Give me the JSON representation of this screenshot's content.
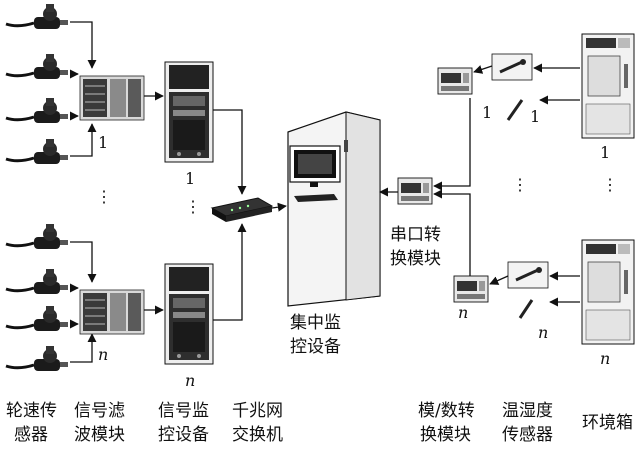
{
  "labels": {
    "wheel_sensor": [
      "轮速传",
      "感器"
    ],
    "filter_module": [
      "信号滤",
      "波模块"
    ],
    "monitor_device": [
      "信号监",
      "控设备"
    ],
    "gigabit_switch": [
      "千兆网",
      "交换机"
    ],
    "central_monitor": [
      "集中监",
      "控设备"
    ],
    "serial_module": [
      "串口转",
      "换模块"
    ],
    "ad_module": [
      "模/数转",
      "换模块"
    ],
    "humidity_sensor": [
      "温湿度",
      "传感器"
    ],
    "env_chamber": "环境箱"
  },
  "indices": {
    "one": "1",
    "n": "n",
    "ellipsis": "⋮"
  }
}
